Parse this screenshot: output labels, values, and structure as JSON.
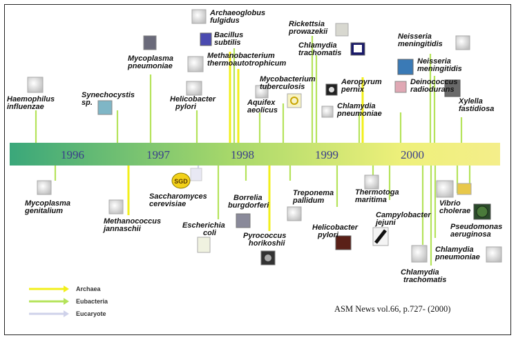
{
  "years": [
    "1996",
    "1997",
    "1998",
    "1999",
    "2000"
  ],
  "colors": {
    "archaea": "#f2ef1a",
    "eubacteria": "#b4e35a",
    "eucaryote": "#cfd2ea"
  },
  "legend": [
    {
      "label": "Archaea",
      "color": "#f2ef1a"
    },
    {
      "label": "Eubacteria",
      "color": "#b4e35a"
    },
    {
      "label": "Eucaryote",
      "color": "#cfd2ea"
    }
  ],
  "citation": "ASM News vol.66, p.727- (2000)",
  "organisms": {
    "haemophilus": [
      "Haemophilus",
      "influenzae"
    ],
    "mycoplasma_gen": [
      "Mycoplasma",
      "genitalium"
    ],
    "methanococcus": [
      "Methanococcus",
      "jannaschii"
    ],
    "synechocystis": [
      "Synechocystis",
      "sp."
    ],
    "mycoplasma_pneu": [
      "Mycoplasma",
      "pneumoniae"
    ],
    "saccharomyces": [
      "Saccharomyces",
      "cerevisiae"
    ],
    "helicobacter1": [
      "Helicobacter",
      "pylori"
    ],
    "escherichia": [
      "Escherichia",
      "coli"
    ],
    "archaeoglobus": [
      "Archaeoglobus",
      "fulgidus"
    ],
    "bacillus": [
      "Bacillus",
      "subtilis"
    ],
    "methanobacterium": [
      "Methanobacterium",
      "thermoautotrophicum"
    ],
    "borrelia": [
      "Borrelia",
      "burgdorferi"
    ],
    "pyrococcus": [
      "Pyrococcus",
      "horikoshii"
    ],
    "aquifex": [
      "Aquifex",
      "aeolicus"
    ],
    "mycobacterium": [
      "Mycobacterium",
      "tuberculosis"
    ],
    "treponema": [
      "Treponema",
      "pallidum"
    ],
    "rickettsia": [
      "Rickettsia",
      "prowazekii"
    ],
    "chlamydia_tr1": [
      "Chlamydia",
      "trachomatis"
    ],
    "chlamydia_pn1": [
      "Chlamydia",
      "pneumoniae"
    ],
    "aeropyrum": [
      "Aeropyrum",
      "pernix"
    ],
    "helicobacter2": [
      "Helicobacter",
      "pylori"
    ],
    "thermotoga": [
      "Thermotoga",
      "maritima"
    ],
    "campylobacter": [
      "Campylobacter",
      "jejuni"
    ],
    "deinococcus": [
      "Deinococcus",
      "radiodurans"
    ],
    "neisseria1": [
      "Neisseria",
      "meningitidis"
    ],
    "neisseria2": [
      "Neisseria",
      "meningitidis"
    ],
    "xylella": [
      "Xylella",
      "fastidiosa"
    ],
    "vibrio": [
      "Vibrio",
      "cholerae"
    ],
    "pseudomonas": [
      "Pseudomonas",
      "aeruginosa"
    ],
    "chlamydia_pn2": [
      "Chlamydia",
      "pneumoniae"
    ],
    "chlamydia_tr2": [
      "Chlamydia",
      "trachomatis"
    ]
  },
  "sgd_label": "SGD"
}
